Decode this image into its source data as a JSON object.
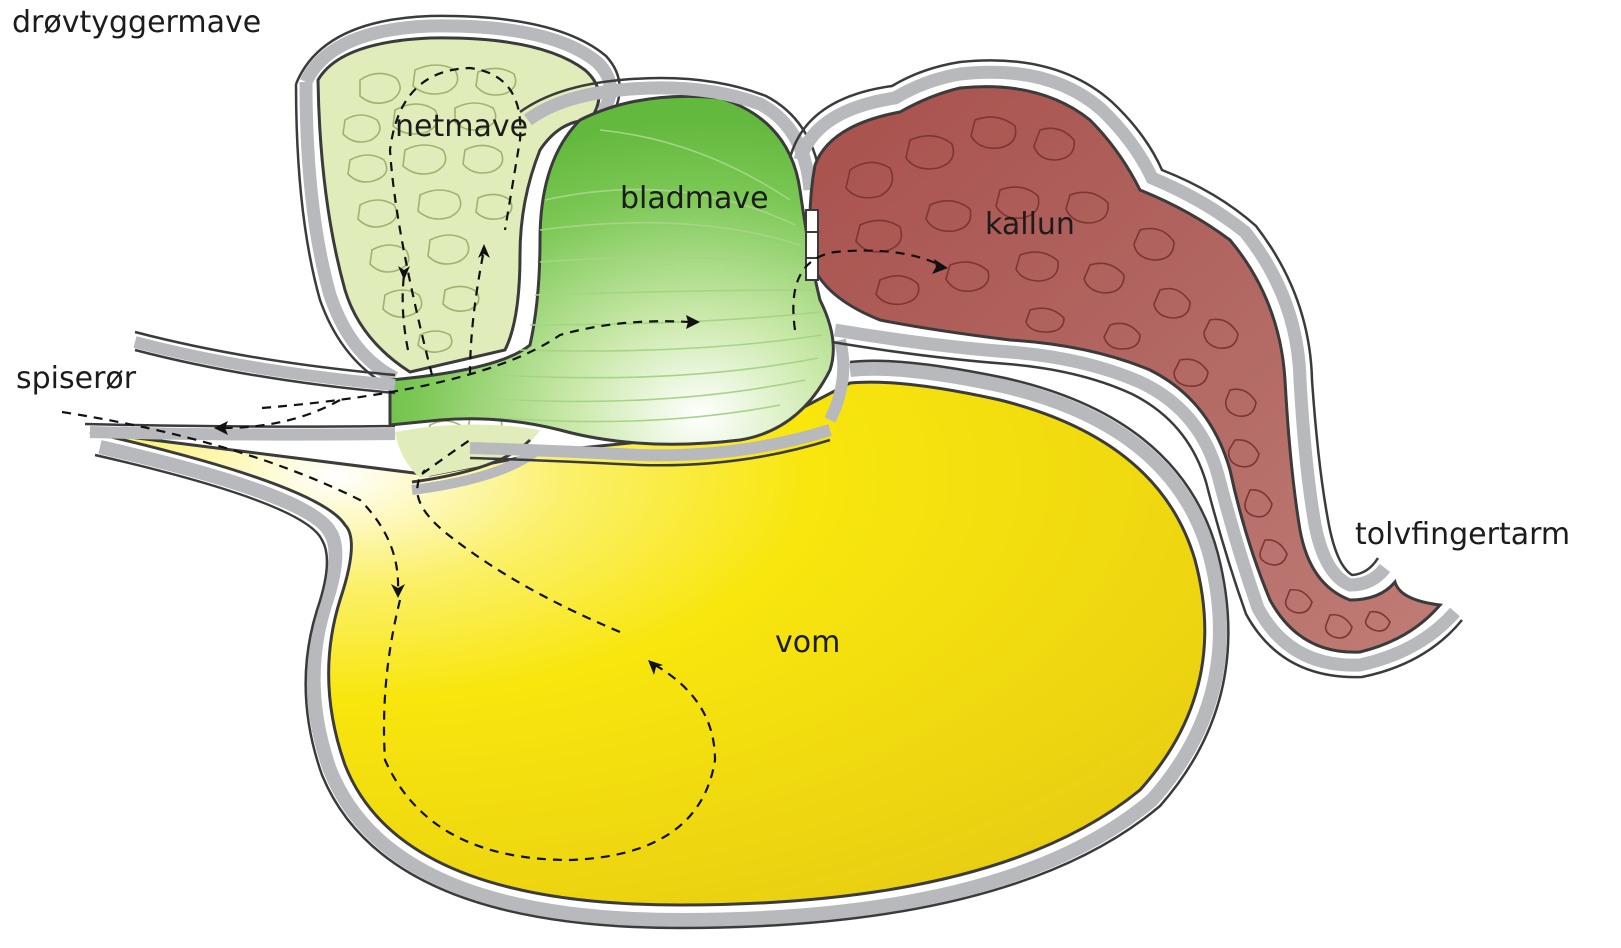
{
  "title": "drøvtyggermave",
  "labels": {
    "netmave": "netmave",
    "bladmave": "bladmave",
    "kallun": "kallun",
    "vom": "vom",
    "spiserør": "spiserør",
    "tolvfingertarm": "tolvfingertarm"
  },
  "colors": {
    "wall": "#b7b9bc",
    "wall_outline": "#3a3a3a",
    "netmave": "#dde9b4",
    "bladmave": "#74c54a",
    "kallun": "#a85855",
    "vom": "#f4e419"
  }
}
